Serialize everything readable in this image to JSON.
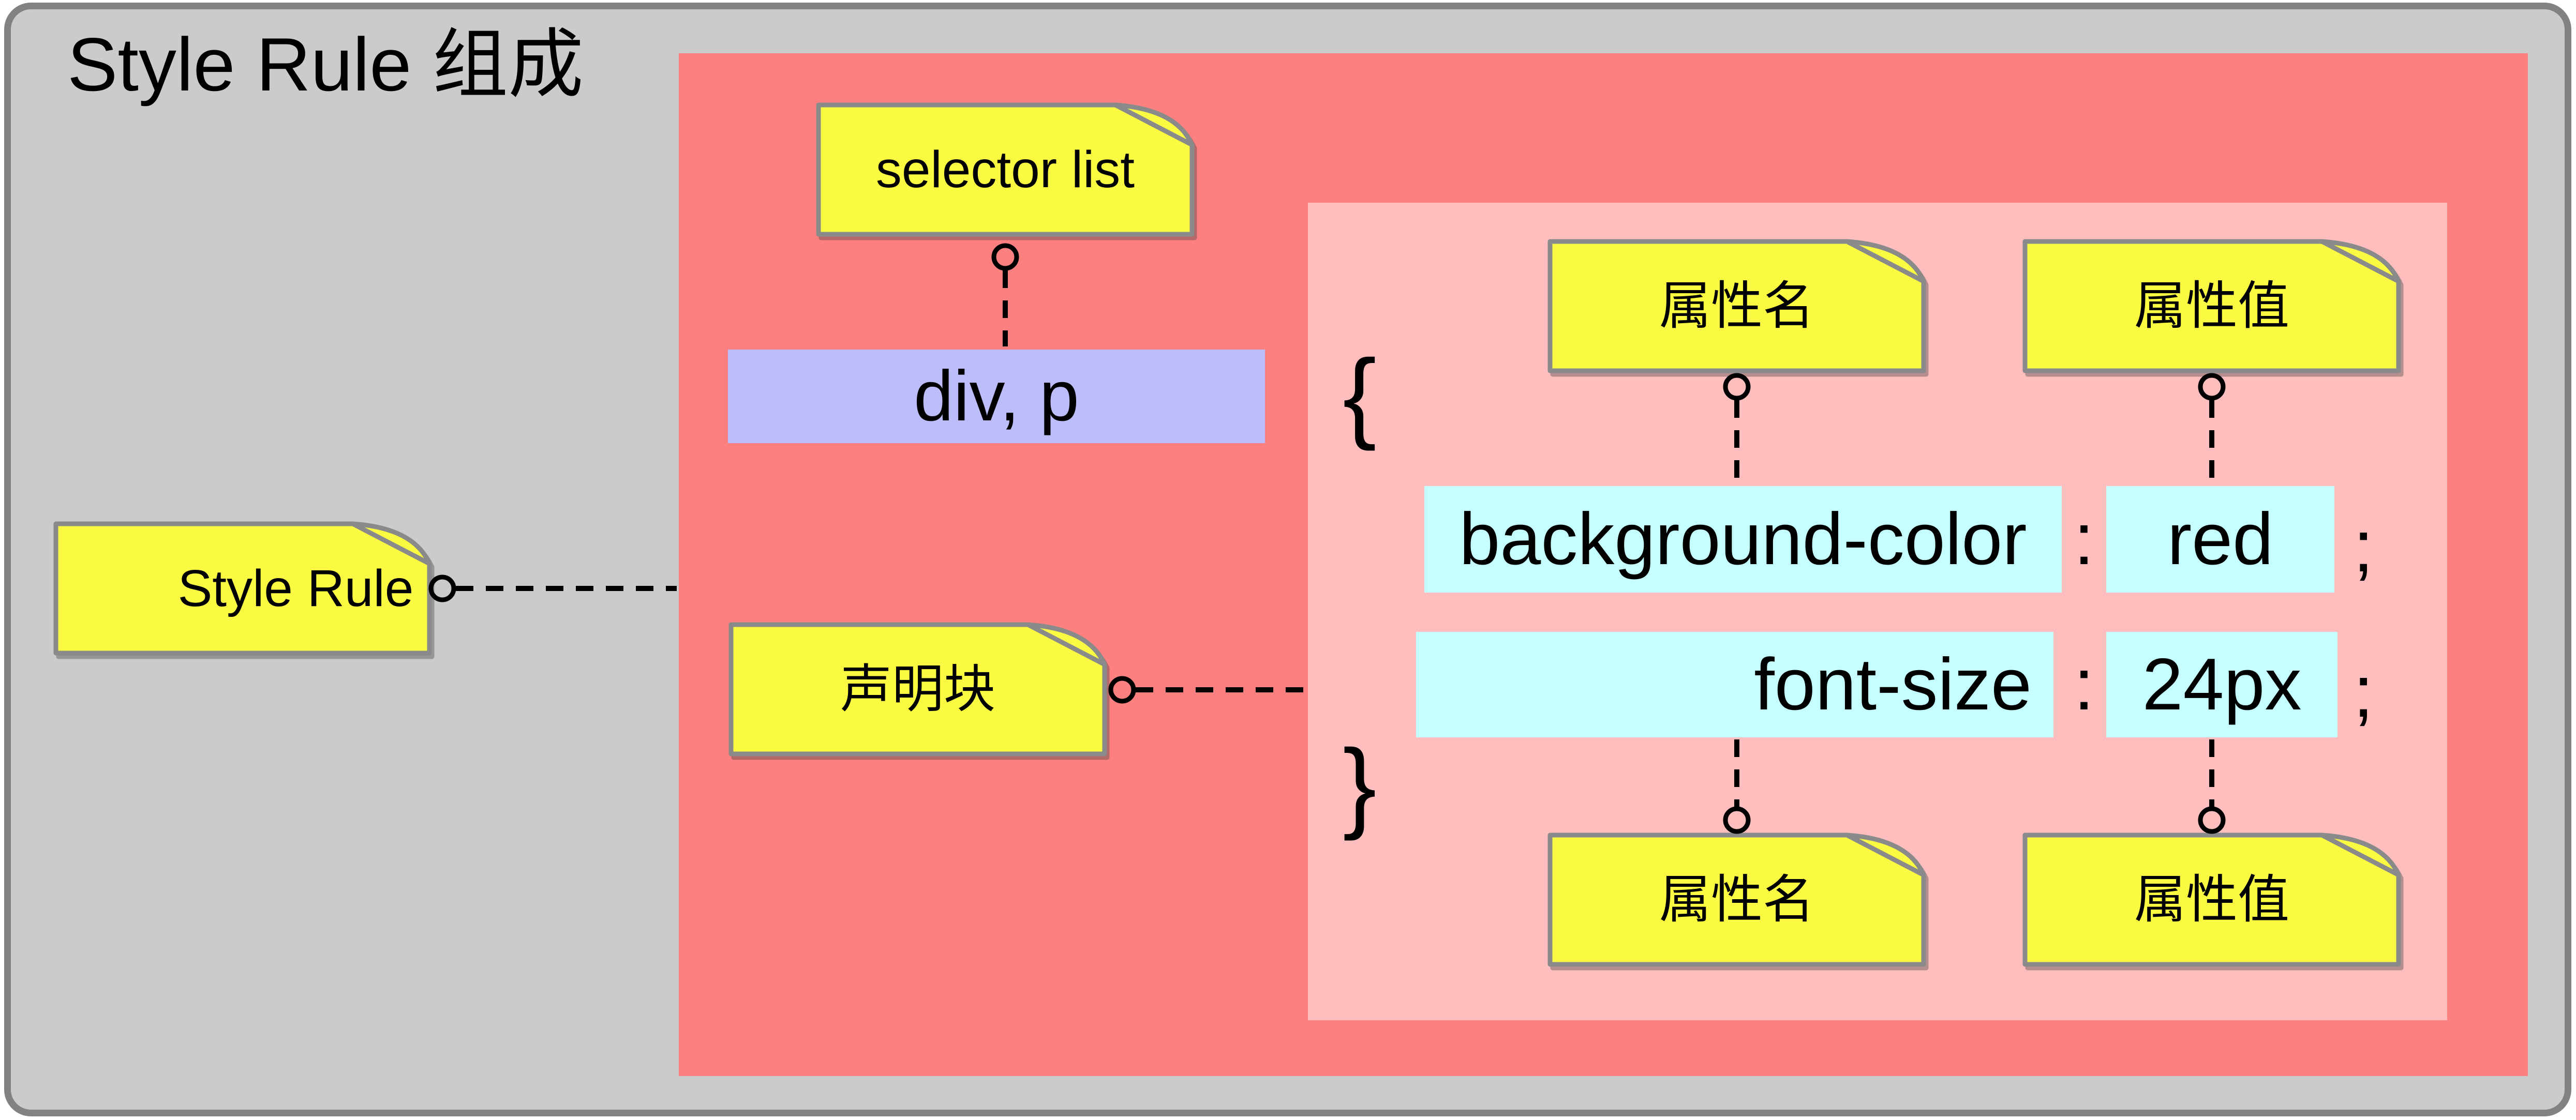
{
  "title": "Style Rule 组成",
  "notes": {
    "style_rule": "Style Rule",
    "selector_list": "selector list",
    "declaration_block": "声明块",
    "property_name_top": "属性名",
    "property_value_top": "属性值",
    "property_name_bottom": "属性名",
    "property_value_bottom": "属性值"
  },
  "selector_example": "div, p",
  "declaration": {
    "open_brace": "{",
    "close_brace": "}",
    "colon": ":",
    "semicolon": ";",
    "rows": [
      {
        "property": "background-color",
        "value": "red"
      },
      {
        "property": "font-size",
        "value": "24px"
      }
    ]
  },
  "colors": {
    "canvas_bg": "#cbcbcb",
    "frame_border": "#828282",
    "rule_panel": "#fd8080",
    "declaration_panel": "#ffbebe",
    "note_fill": "#f9fa41",
    "note_border": "#8a8a8a",
    "selector_value_box": "#bdbdfc",
    "declaration_value_box": "#c5ffff",
    "connector": "#000000",
    "text": "#000000"
  }
}
